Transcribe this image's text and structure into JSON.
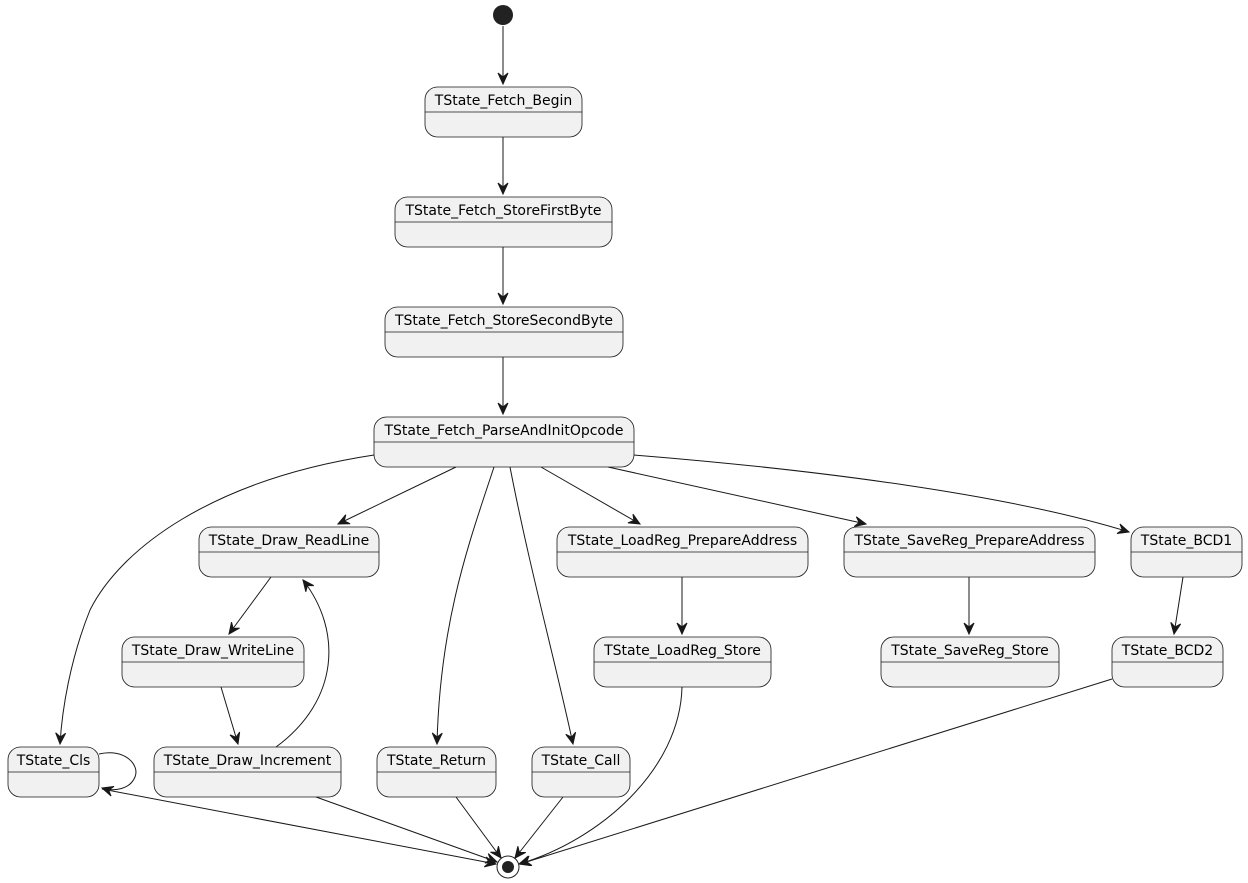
{
  "diagram": {
    "states": [
      {
        "id": "fetch_begin",
        "label": "TState_Fetch_Begin"
      },
      {
        "id": "fetch_storefirst",
        "label": "TState_Fetch_StoreFirstByte"
      },
      {
        "id": "fetch_storesecond",
        "label": "TState_Fetch_StoreSecondByte"
      },
      {
        "id": "fetch_parse",
        "label": "TState_Fetch_ParseAndInitOpcode"
      },
      {
        "id": "draw_readline",
        "label": "TState_Draw_ReadLine"
      },
      {
        "id": "loadreg_prepare",
        "label": "TState_LoadReg_PrepareAddress"
      },
      {
        "id": "savereg_prepare",
        "label": "TState_SaveReg_PrepareAddress"
      },
      {
        "id": "bcd1",
        "label": "TState_BCD1"
      },
      {
        "id": "draw_writeline",
        "label": "TState_Draw_WriteLine"
      },
      {
        "id": "loadreg_store",
        "label": "TState_LoadReg_Store"
      },
      {
        "id": "savereg_store",
        "label": "TState_SaveReg_Store"
      },
      {
        "id": "bcd2",
        "label": "TState_BCD2"
      },
      {
        "id": "cls",
        "label": "TState_Cls"
      },
      {
        "id": "draw_increment",
        "label": "TState_Draw_Increment"
      },
      {
        "id": "return",
        "label": "TState_Return"
      },
      {
        "id": "call",
        "label": "TState_Call"
      }
    ],
    "transitions": [
      {
        "from": "initial",
        "to": "fetch_begin"
      },
      {
        "from": "fetch_begin",
        "to": "fetch_storefirst"
      },
      {
        "from": "fetch_storefirst",
        "to": "fetch_storesecond"
      },
      {
        "from": "fetch_storesecond",
        "to": "fetch_parse"
      },
      {
        "from": "fetch_parse",
        "to": "cls"
      },
      {
        "from": "fetch_parse",
        "to": "draw_readline"
      },
      {
        "from": "fetch_parse",
        "to": "return"
      },
      {
        "from": "fetch_parse",
        "to": "call"
      },
      {
        "from": "fetch_parse",
        "to": "loadreg_prepare"
      },
      {
        "from": "fetch_parse",
        "to": "savereg_prepare"
      },
      {
        "from": "fetch_parse",
        "to": "bcd1"
      },
      {
        "from": "draw_readline",
        "to": "draw_writeline"
      },
      {
        "from": "draw_writeline",
        "to": "draw_increment"
      },
      {
        "from": "draw_increment",
        "to": "draw_readline"
      },
      {
        "from": "loadreg_prepare",
        "to": "loadreg_store"
      },
      {
        "from": "savereg_prepare",
        "to": "savereg_store"
      },
      {
        "from": "bcd1",
        "to": "bcd2"
      },
      {
        "from": "cls",
        "to": "cls"
      },
      {
        "from": "cls",
        "to": "final"
      },
      {
        "from": "draw_increment",
        "to": "final"
      },
      {
        "from": "return",
        "to": "final"
      },
      {
        "from": "call",
        "to": "final"
      },
      {
        "from": "loadreg_store",
        "to": "final"
      },
      {
        "from": "bcd2",
        "to": "final"
      }
    ]
  }
}
